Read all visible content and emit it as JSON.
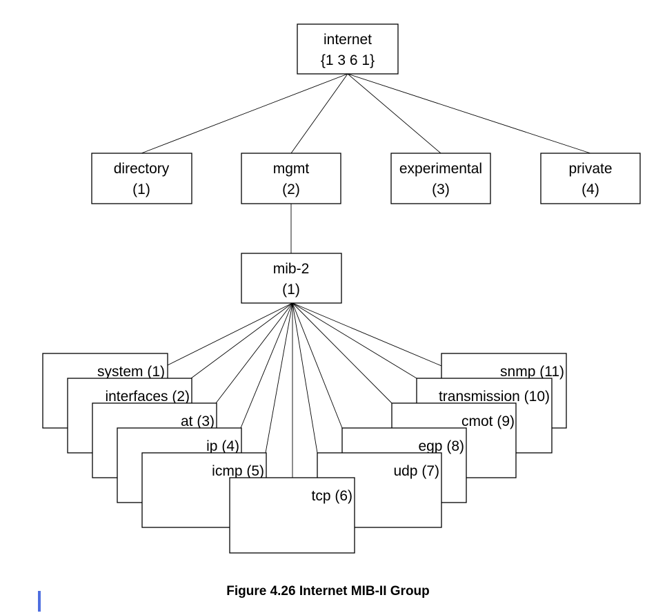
{
  "root": {
    "name": "internet",
    "oid": "{1 3 6 1}"
  },
  "level1": [
    {
      "name": "directory",
      "num": "(1)"
    },
    {
      "name": "mgmt",
      "num": "(2)"
    },
    {
      "name": "experimental",
      "num": "(3)"
    },
    {
      "name": "private",
      "num": "(4)"
    }
  ],
  "mib2": {
    "name": "mib-2",
    "num": "(1)"
  },
  "groups": [
    {
      "label": "system (1)"
    },
    {
      "label": "interfaces (2)"
    },
    {
      "label": "at (3)"
    },
    {
      "label": "ip (4)"
    },
    {
      "label": "icmp (5)"
    },
    {
      "label": "tcp (6)"
    },
    {
      "label": "udp (7)"
    },
    {
      "label": "egp (8)"
    },
    {
      "label": "cmot (9)"
    },
    {
      "label": "transmission (10)"
    },
    {
      "label": "snmp (11)"
    }
  ],
  "caption": "Figure 4.26  Internet MIB-II Group",
  "colors": {
    "line": "#000000",
    "margin_bar": "#4f6fe0"
  }
}
